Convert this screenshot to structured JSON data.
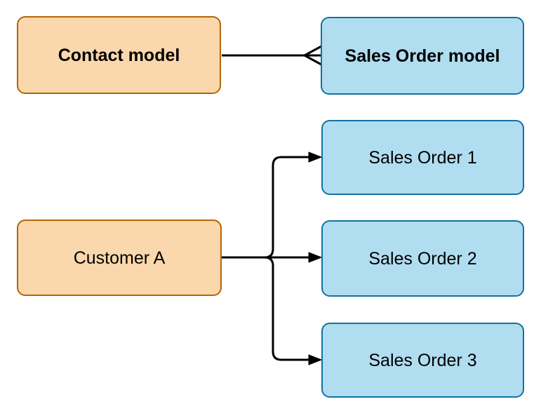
{
  "diagram": {
    "kind": "one-to-many relationship illustration",
    "nodes": [
      {
        "id": "contact-model",
        "label": "Contact model",
        "color": "orange",
        "emphasis": "bold"
      },
      {
        "id": "sales-order-model",
        "label": "Sales Order model",
        "color": "blue",
        "emphasis": "bold"
      },
      {
        "id": "customer-a",
        "label": "Customer A",
        "color": "orange",
        "emphasis": "normal"
      },
      {
        "id": "sales-order-1",
        "label": "Sales Order 1",
        "color": "blue",
        "emphasis": "normal"
      },
      {
        "id": "sales-order-2",
        "label": "Sales Order 2",
        "color": "blue",
        "emphasis": "normal"
      },
      {
        "id": "sales-order-3",
        "label": "Sales Order 3",
        "color": "blue",
        "emphasis": "normal"
      }
    ],
    "edges": [
      {
        "from": "Contact model",
        "to": "Sales Order model",
        "marker": "crows-foot-many"
      },
      {
        "from": "Customer A",
        "to": "Sales Order 1",
        "marker": "filled-arrow"
      },
      {
        "from": "Customer A",
        "to": "Sales Order 2",
        "marker": "filled-arrow"
      },
      {
        "from": "Customer A",
        "to": "Sales Order 3",
        "marker": "filled-arrow"
      }
    ],
    "colors": {
      "background": "#FFFFFF",
      "orange_fill": "#FAD7AC",
      "orange_stroke": "#B46504",
      "blue_fill": "#B1DDF0",
      "blue_stroke": "#10739E",
      "edge_stroke": "#000000",
      "text": "#000000"
    }
  }
}
